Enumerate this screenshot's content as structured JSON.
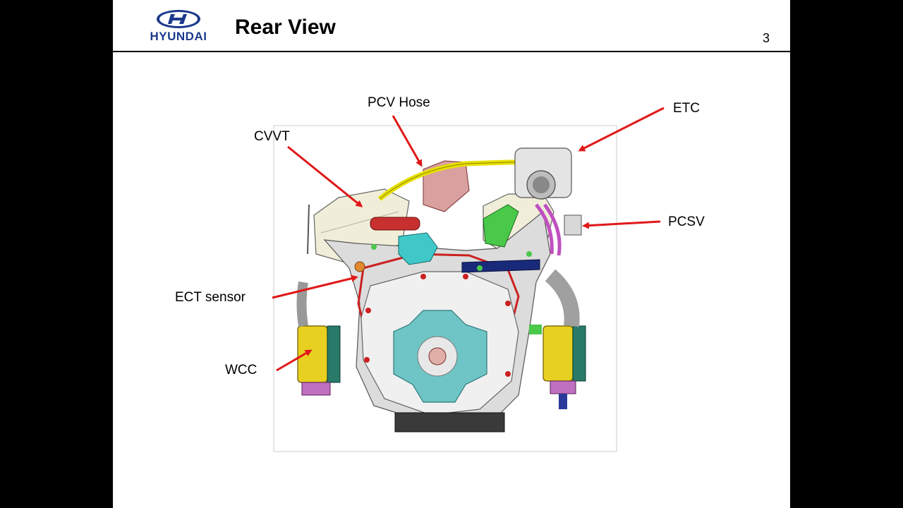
{
  "brand": {
    "logo_text": "HYUNDAI",
    "color": "#1b3a8c"
  },
  "slide": {
    "title": "Rear View",
    "page_number": "3"
  },
  "diagram": {
    "arrow_color": "#e01818",
    "labels": {
      "pcv_hose": "PCV Hose",
      "etc": "ETC",
      "cvvt": "CVVT",
      "pcsv": "PCSV",
      "ect_sensor": "ECT sensor",
      "wcc": "WCC"
    }
  }
}
